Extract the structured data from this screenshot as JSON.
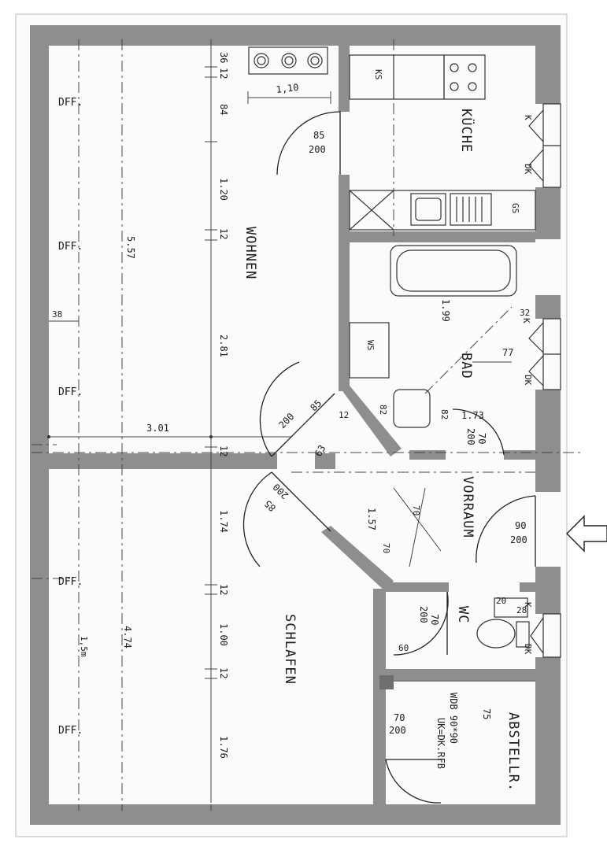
{
  "rooms": {
    "kueche": "KÜCHE",
    "wohnen": "WOHNEN",
    "bad": "BAD",
    "vorraum": "VORRAUM",
    "wc": "WC",
    "schlafen": "SCHLAFEN",
    "abstell": "ABSTELLR."
  },
  "window_label": "DFF.",
  "fixtures": {
    "ks": "KS",
    "gs": "GS",
    "ws": "WS",
    "k": "K",
    "dk": "DK",
    "k2": "K",
    "dk2": "DK",
    "k3": "K",
    "dk3": "DK"
  },
  "doors": {
    "kitchen": {
      "w": "85",
      "h": "200"
    },
    "living": {
      "w": "85",
      "h": "200"
    },
    "bedroom": {
      "w": "85",
      "h": "200"
    },
    "bath": {
      "w": "70",
      "h": "200"
    },
    "entry": {
      "w": "90",
      "h": "200"
    },
    "wc": {
      "w": "70",
      "h": "200"
    },
    "storage": {
      "w": "70",
      "h": "200"
    }
  },
  "dims": {
    "d36": "36",
    "d12a": "12",
    "d84": "84",
    "d120": "1.20",
    "d12b": "12",
    "d281": "2.81",
    "d12c": "12",
    "d174": "1.74",
    "d12d": "12",
    "d100": "1.00",
    "d12e": "12",
    "d176": "1.76",
    "d557": "5.57",
    "d474": "4.74",
    "d301": "3.01",
    "d38": "38",
    "d110": "1,10",
    "d199": "1.99",
    "d32": "32",
    "d77": "77",
    "d12f": "12",
    "d82a": "82",
    "d82b": "82",
    "d173": "1.73",
    "d63": "63",
    "d157": "1.57",
    "d70a": "70",
    "d70b": "70",
    "d20": "20",
    "d28": "28",
    "d60": "60",
    "d75": "75",
    "d15m": "1,5m"
  },
  "notes": {
    "wdb": "WDB 90*90",
    "uk": "UK=DK.RFB"
  }
}
